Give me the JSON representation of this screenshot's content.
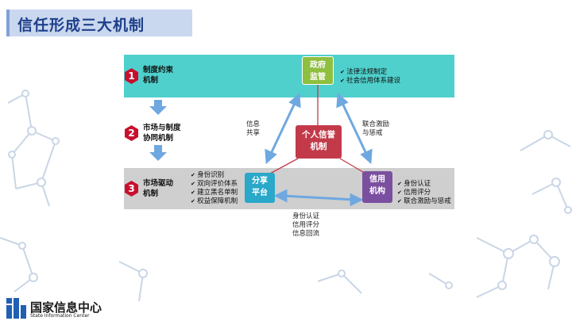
{
  "title": "信任形成三大机制",
  "logo": {
    "name": "国家信息中心",
    "subtitle": "State Information Center"
  },
  "mechanisms": [
    {
      "number": "1",
      "line1": "制度约束",
      "line2": "机制"
    },
    {
      "number": "2",
      "line1": "市场与制度",
      "line2": "协同机制"
    },
    {
      "number": "3",
      "line1": "市场驱动",
      "line2": "机制"
    }
  ],
  "gov": {
    "line1": "政府",
    "line2": "监管",
    "bullets": [
      "法律法规制定",
      "社会信用体系建设"
    ]
  },
  "market_bullets": [
    "身份识别",
    "双向评价体系",
    "建立黑名单制",
    "权益保障机制"
  ],
  "center": {
    "line1": "个人信誉",
    "line2": "机制"
  },
  "share": {
    "line1": "分享",
    "line2": "平台"
  },
  "credit": {
    "line1": "信用",
    "line2": "机构",
    "bullets": [
      "身份认证",
      "信用评分",
      "联合激励与惩戒"
    ]
  },
  "flows": {
    "left_line1": "信息",
    "left_line2": "共享",
    "right_line1": "联合激励",
    "right_line2": "与惩戒",
    "bottom": [
      "身份认证",
      "信用评分",
      "信息回流"
    ]
  },
  "colors": {
    "teal_band": "#4fd0cc",
    "gray_band": "#cfcfcf",
    "gov_box": "#8fbf3f",
    "center_box": "#c23a4a",
    "share_box": "#29a8c9",
    "credit_box": "#7b4fa0",
    "hex": "#c8102e",
    "arrow": "#6fa8e0"
  }
}
